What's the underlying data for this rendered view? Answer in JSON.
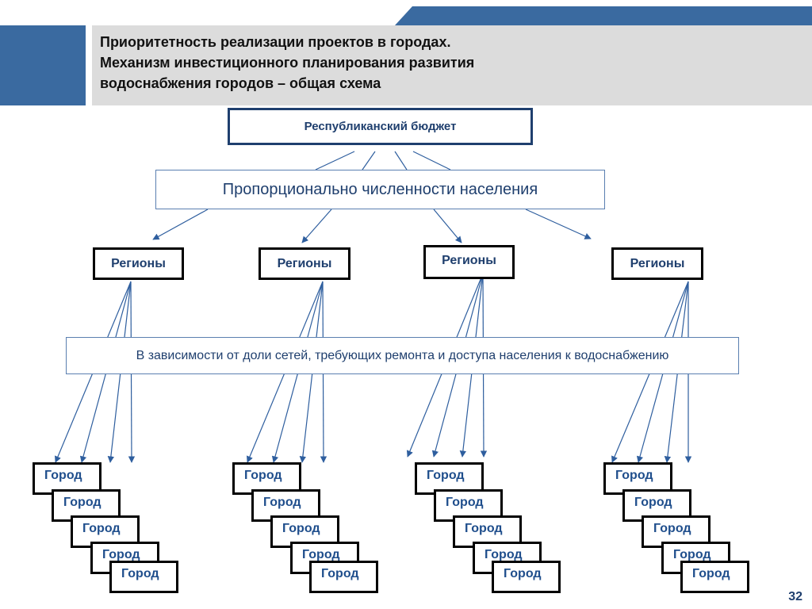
{
  "title": "Приоритетность реализации проектов в городах.\nМеханизм инвестиционного планирования  развития\nводоснабжения городов – общая схема",
  "budget_label": "Республиканский бюджет",
  "population_label": "Пропорционально численности населения",
  "region_label": "Регионы",
  "criteria_label": "В зависимости от доли сетей, требующих ремонта и доступа населения к водоснабжению",
  "city_label": "Город",
  "page_number": "32",
  "colors": {
    "accent": "#3a6aa0",
    "title_panel": "#dcdcdc",
    "arrow": "#2e5e9e"
  }
}
